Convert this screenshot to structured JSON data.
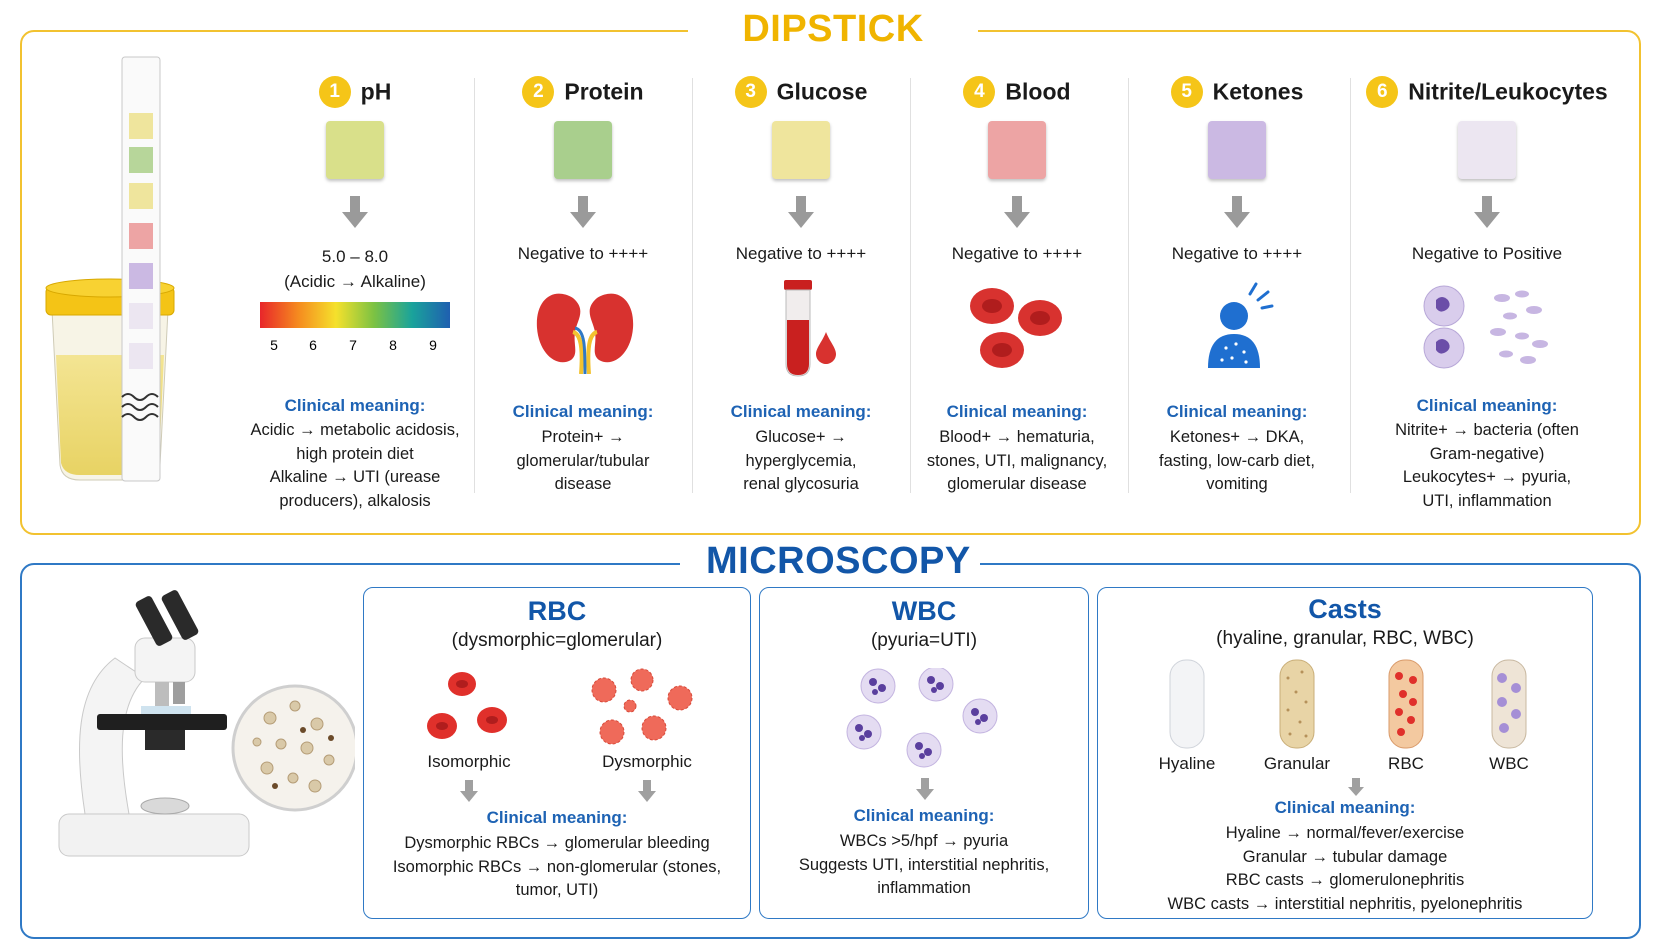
{
  "dipstick": {
    "title": "DIPSTICK",
    "items": [
      {
        "num": "1",
        "name": "pH",
        "range": [
          "5.0 – 8.0",
          "(Acidic → Alkaline)"
        ],
        "scale": [
          "5",
          "6",
          "7",
          "8",
          "9"
        ],
        "cm_title": "Clinical meaning:",
        "cm": [
          "Acidic → metabolic acidosis,",
          "high protein diet",
          "Alkaline → UTI (urease",
          "producers), alkalosis"
        ],
        "pad_color": "#d9e08a"
      },
      {
        "num": "2",
        "name": "Protein",
        "range": [
          "Negative to ++++"
        ],
        "cm_title": "Clinical meaning:",
        "cm": [
          "Protein+ →",
          "glomerular/tubular",
          "disease"
        ],
        "pad_color": "#a9cf8d"
      },
      {
        "num": "3",
        "name": "Glucose",
        "range": [
          "Negative to ++++"
        ],
        "cm_title": "Clinical meaning:",
        "cm": [
          "Glucose+ →",
          "hyperglycemia,",
          "renal glycosuria"
        ],
        "pad_color": "#efe59d"
      },
      {
        "num": "4",
        "name": "Blood",
        "range": [
          "Negative to ++++"
        ],
        "cm_title": "Clinical meaning:",
        "cm": [
          "Blood+ → hematuria,",
          "stones, UTI, malignancy,",
          "glomerular disease"
        ],
        "pad_color": "#eda4a4"
      },
      {
        "num": "5",
        "name": "Ketones",
        "range": [
          "Negative to ++++"
        ],
        "cm_title": "Clinical meaning:",
        "cm": [
          "Ketones+ → DKA,",
          "fasting, low-carb diet,",
          "vomiting"
        ],
        "pad_color": "#cbb9e3"
      },
      {
        "num": "6",
        "name": "Nitrite/Leukocytes",
        "range": [
          "Negative to Positive"
        ],
        "cm_title": "Clinical meaning:",
        "cm": [
          "Nitrite+ → bacteria (often",
          "Gram-negative)",
          "Leukocytes+ → pyuria,",
          "UTI, inflammation"
        ],
        "pad_color": "#ece6f1"
      }
    ]
  },
  "microscopy": {
    "title": "MICROSCOPY",
    "rbc": {
      "title": "RBC",
      "subtitle": "(dysmorphic=glomerular)",
      "labels": [
        "Isomorphic",
        "Dysmorphic"
      ],
      "cm_title": "Clinical meaning:",
      "cm": [
        "Dysmorphic RBCs → glomerular bleeding",
        "Isomorphic RBCs → non-glomerular (stones,",
        "tumor, UTI)"
      ]
    },
    "wbc": {
      "title": "WBC",
      "subtitle": "(pyuria=UTI)",
      "cm_title": "Clinical meaning:",
      "cm": [
        "WBCs >5/hpf → pyuria",
        "Suggests UTI, interstitial nephritis,",
        "inflammation"
      ]
    },
    "casts": {
      "title": "Casts",
      "subtitle": "(hyaline, granular, RBC, WBC)",
      "labels": [
        "Hyaline",
        "Granular",
        "RBC",
        "WBC"
      ],
      "cm_title": "Clinical meaning:",
      "cm": [
        "Hyaline → normal/fever/exercise",
        "Granular → tubular damage",
        "RBC casts → glomerulonephritis",
        "WBC casts → interstitial nephritis, pyelonephritis"
      ]
    }
  },
  "colors": {
    "dipstick_accent": "#f0b400",
    "microscopy_accent": "#1256a8",
    "clinical_title": "#1e63b4"
  }
}
